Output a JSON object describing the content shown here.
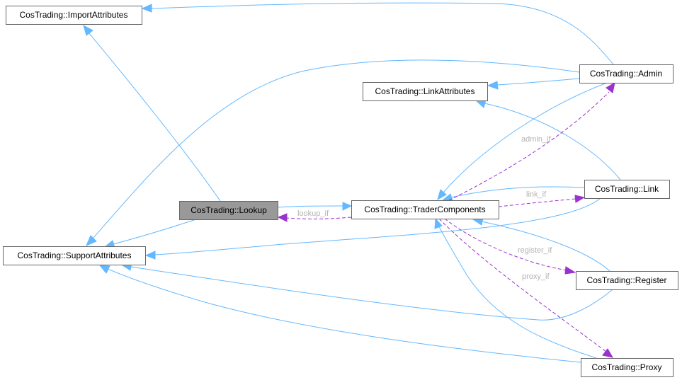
{
  "diagram": {
    "type": "collaboration-graph",
    "colors": {
      "inheritance_edge": "#63b8ff",
      "usage_edge": "#9a32cd",
      "node_border": "#666666",
      "current_node_fill": "#999999",
      "edge_label": "#b3b3b3"
    },
    "nodes": {
      "import_attributes": {
        "label": "CosTrading::ImportAttributes"
      },
      "link_attributes": {
        "label": "CosTrading::LinkAttributes"
      },
      "admin": {
        "label": "CosTrading::Admin"
      },
      "lookup": {
        "label": "CosTrading::Lookup",
        "current": true
      },
      "trader_components": {
        "label": "CosTrading::TraderComponents"
      },
      "link": {
        "label": "CosTrading::Link"
      },
      "support_attributes": {
        "label": "CosTrading::SupportAttributes"
      },
      "register": {
        "label": "CosTrading::Register"
      },
      "proxy": {
        "label": "CosTrading::Proxy"
      }
    },
    "edge_labels": {
      "admin_if": "admin_if",
      "link_if": "link_if",
      "lookup_if": "lookup_if",
      "register_if": "register_if",
      "proxy_if": "proxy_if"
    },
    "edges": [
      {
        "from": "admin",
        "to": "import_attributes",
        "kind": "inheritance"
      },
      {
        "from": "lookup",
        "to": "import_attributes",
        "kind": "inheritance"
      },
      {
        "from": "admin",
        "to": "support_attributes",
        "kind": "inheritance"
      },
      {
        "from": "admin",
        "to": "link_attributes",
        "kind": "inheritance"
      },
      {
        "from": "admin",
        "to": "trader_components",
        "kind": "inheritance"
      },
      {
        "from": "link",
        "to": "link_attributes",
        "kind": "inheritance"
      },
      {
        "from": "link",
        "to": "trader_components",
        "kind": "inheritance"
      },
      {
        "from": "link",
        "to": "support_attributes",
        "kind": "inheritance"
      },
      {
        "from": "lookup",
        "to": "trader_components",
        "kind": "inheritance"
      },
      {
        "from": "lookup",
        "to": "support_attributes",
        "kind": "inheritance"
      },
      {
        "from": "register",
        "to": "trader_components",
        "kind": "inheritance"
      },
      {
        "from": "register",
        "to": "support_attributes",
        "kind": "inheritance"
      },
      {
        "from": "proxy",
        "to": "trader_components",
        "kind": "inheritance"
      },
      {
        "from": "proxy",
        "to": "support_attributes",
        "kind": "inheritance"
      },
      {
        "from": "trader_components",
        "to": "admin",
        "kind": "usage",
        "label": "admin_if"
      },
      {
        "from": "trader_components",
        "to": "link",
        "kind": "usage",
        "label": "link_if"
      },
      {
        "from": "trader_components",
        "to": "lookup",
        "kind": "usage",
        "label": "lookup_if"
      },
      {
        "from": "trader_components",
        "to": "register",
        "kind": "usage",
        "label": "register_if"
      },
      {
        "from": "trader_components",
        "to": "proxy",
        "kind": "usage",
        "label": "proxy_if"
      }
    ]
  }
}
